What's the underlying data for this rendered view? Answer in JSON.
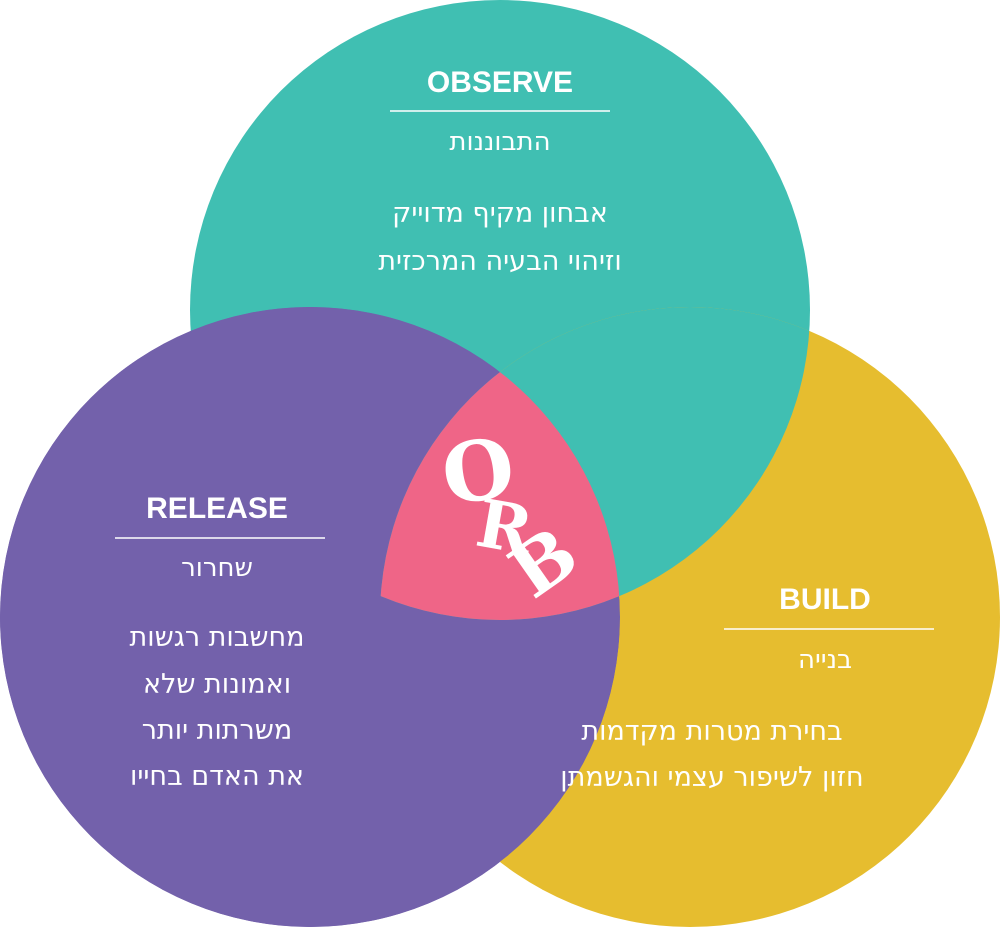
{
  "colors": {
    "observe": "#40bfb2",
    "release": "#7361ab",
    "build": "#e6bd2f",
    "center": "#ef6587",
    "text": "#ffffff"
  },
  "observe": {
    "title": "OBSERVE",
    "subtitle": "התבוננות",
    "lines": [
      "אבחון מקיף מדוייק",
      "וזיהוי הבעיה המרכזית"
    ]
  },
  "release": {
    "title": "RELEASE",
    "subtitle": "שחרור",
    "lines": [
      "מחשבות רגשות",
      "ואמונות שלא",
      "משרתות יותר",
      "את האדם בחייו"
    ]
  },
  "build": {
    "title": "BUILD",
    "subtitle": "בנייה",
    "lines": [
      "בחירת מטרות מקדמות",
      "חזון לשיפור עצמי והגשמתן"
    ]
  },
  "logo": {
    "letters": [
      "O",
      "R",
      "B"
    ]
  }
}
